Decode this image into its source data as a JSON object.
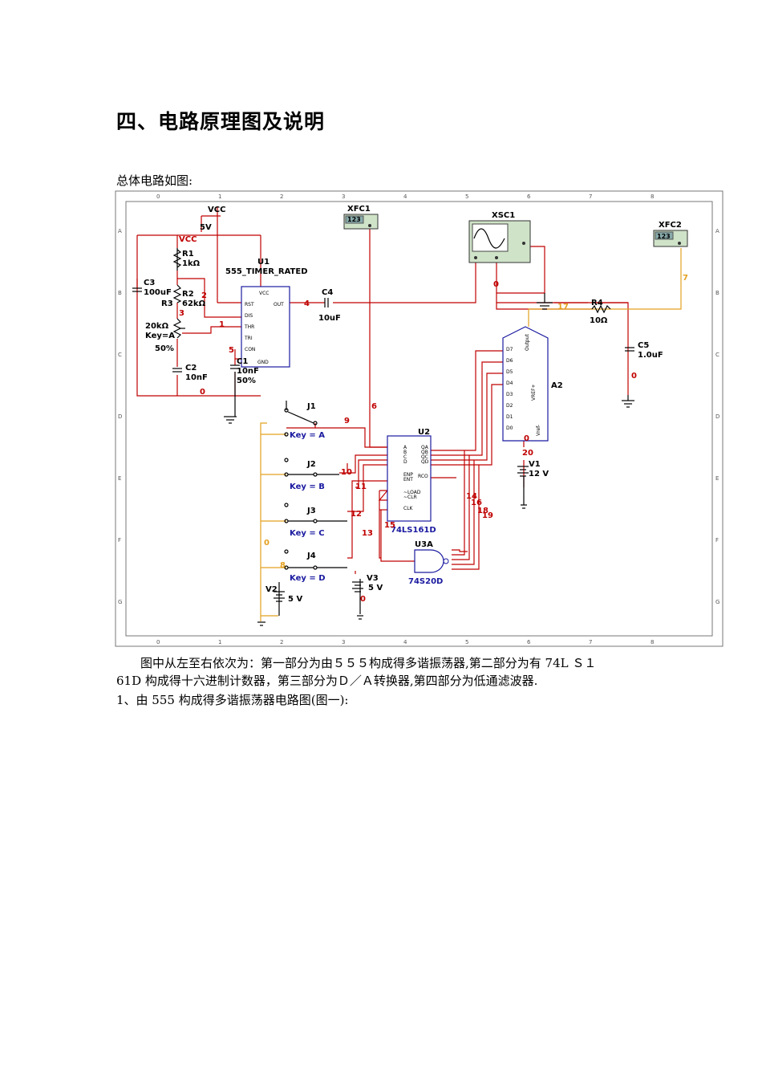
{
  "heading": "四、电路原理图及说明",
  "intro": "总体电路如图:",
  "paragraphs": {
    "p1": "图中从左至右依次为：第一部分为由５５５构成得多谐振荡器,第二部分为有 74L Ｓ１",
    "p2": "61D 构成得十六进制计数器，第三部分为Ｄ／Ａ转换器,第四部分为低通滤波器.",
    "p3": "1、由 555 构成得多谐振荡器电路图(图一):"
  },
  "schematic": {
    "ruler_cols": [
      "0",
      "1",
      "2",
      "3",
      "4",
      "5",
      "6",
      "7",
      "8"
    ],
    "ruler_rows": [
      "A",
      "B",
      "C",
      "D",
      "E",
      "F",
      "G"
    ],
    "labels": {
      "vcc_top": "VCC",
      "v5": "5V",
      "vcc_net": "VCC",
      "r1": "R1",
      "r1v": "1kΩ",
      "r2": "R2",
      "r2v": "62kΩ",
      "r3": "R3",
      "pot_v": "20kΩ",
      "pot_key": "Key=A",
      "pot_pct": "50%",
      "c3": "C3",
      "c3v": "100uF",
      "c2": "C2",
      "c2v": "10nF",
      "c1": "C1",
      "c1v": "10nF",
      "c1pct": "50%",
      "u1": "U1",
      "u1t": "555_TIMER_RATED",
      "c4": "C4",
      "c4v": "10uF",
      "xfc1": "XFC1",
      "xfc1d": "123",
      "xsc1": "XSC1",
      "xfc2": "XFC2",
      "xfc2d": "123",
      "r4": "R4",
      "r4v": "10Ω",
      "c5": "C5",
      "c5v": "1.0uF",
      "a2": "A2",
      "u2": "U2",
      "u2t": "74LS161D",
      "u3a": "U3A",
      "u3t": "74S20D",
      "j1": "J1",
      "j1k": "Key = A",
      "j2": "J2",
      "j2k": "Key = B",
      "j3": "J3",
      "j3k": "Key = C",
      "j4": "J4",
      "j4k": "Key = D",
      "v1": "V1",
      "v1v": "12 V",
      "v2": "V2",
      "v2v": "5 V",
      "v3": "V3",
      "v3v": "5 V"
    },
    "pins555": [
      "VCC",
      "RST",
      "OUT",
      "DIS",
      "THR",
      "TRI",
      "CON",
      "GND"
    ],
    "pins161": [
      "A",
      "B",
      "C",
      "D",
      "QA",
      "QB",
      "QC",
      "QD",
      "ENP",
      "ENT",
      "RCO",
      "~LOAD",
      "~CLR",
      "CLK"
    ],
    "pins_dac": [
      "D7",
      "D6",
      "D5",
      "D4",
      "D3",
      "D2",
      "D1",
      "D0",
      "Output",
      "VREF+",
      "Vref-"
    ],
    "nets_red": [
      "2",
      "3",
      "1",
      "4",
      "5",
      "0",
      "6",
      "9",
      "10",
      "11",
      "12",
      "13",
      "15",
      "14",
      "16",
      "18",
      "19",
      "20",
      "0",
      "0",
      "0",
      "0"
    ],
    "nets_orange": [
      "7",
      "17",
      "0",
      "8"
    ]
  }
}
